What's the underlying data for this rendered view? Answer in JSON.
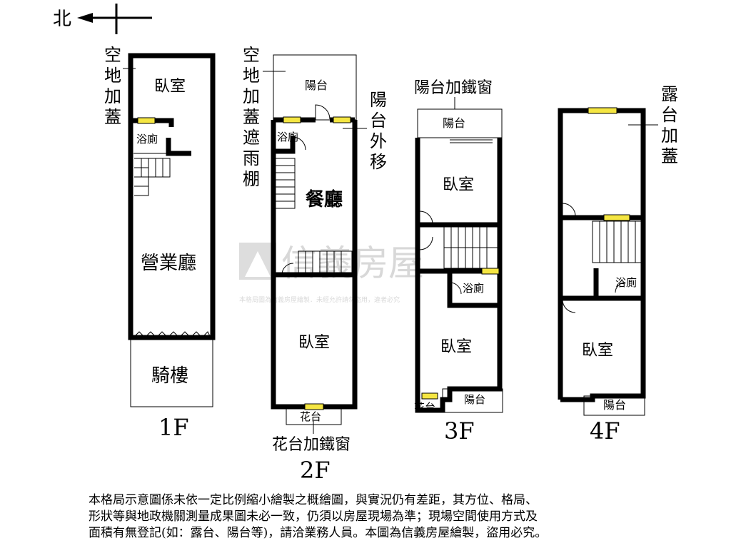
{
  "compass": {
    "label": "北"
  },
  "watermark": {
    "brand": "信義房屋",
    "notice": "本格局圖為信義房屋繪製．未經允許請勿盜用，違者必究"
  },
  "floors": {
    "f1": {
      "label": "1F",
      "rooms": {
        "bedroom": "臥室",
        "bath": "浴廁",
        "business": "營業廳",
        "arcade": "騎樓"
      },
      "note_vertical": [
        "空",
        "地",
        "加",
        "蓋"
      ]
    },
    "f2": {
      "label": "2F",
      "rooms": {
        "balcony": "陽台",
        "bath": "浴廁",
        "dining": "餐廳",
        "bedroom": "臥室",
        "planter": "花台"
      },
      "note_left_vertical": [
        "空",
        "地",
        "加",
        "蓋",
        "遮",
        "雨",
        "棚"
      ],
      "note_right_vertical": [
        "陽",
        "台",
        "外",
        "移"
      ],
      "note_bottom": "花台加鐵窗"
    },
    "f3": {
      "label": "3F",
      "rooms": {
        "balcony_top": "陽台",
        "bedroom_top": "臥室",
        "bath": "浴廁",
        "bedroom_bottom": "臥室",
        "balcony_bottom": "陽台",
        "planter": "花台"
      },
      "note_top": "陽台加鐵窗"
    },
    "f4": {
      "label": "4F",
      "rooms": {
        "bath": "浴廁",
        "bedroom": "臥室",
        "balcony": "陽台"
      },
      "note_vertical": [
        "露",
        "台",
        "加",
        "蓋"
      ]
    }
  },
  "disclaimer": {
    "line1": "本格局示意圖係未依一定比例縮小繪製之概繪圖，與實況仍有差距，其方位、格局、",
    "line2": "形狀等與地政機關測量成果圖未必一致，仍須以房屋現場為準；現場空間使用方式及",
    "line3": "面積有無登記(如：露台、陽台等)，請洽業務人員。本圖為信義房屋繪製，盜用必究。"
  }
}
